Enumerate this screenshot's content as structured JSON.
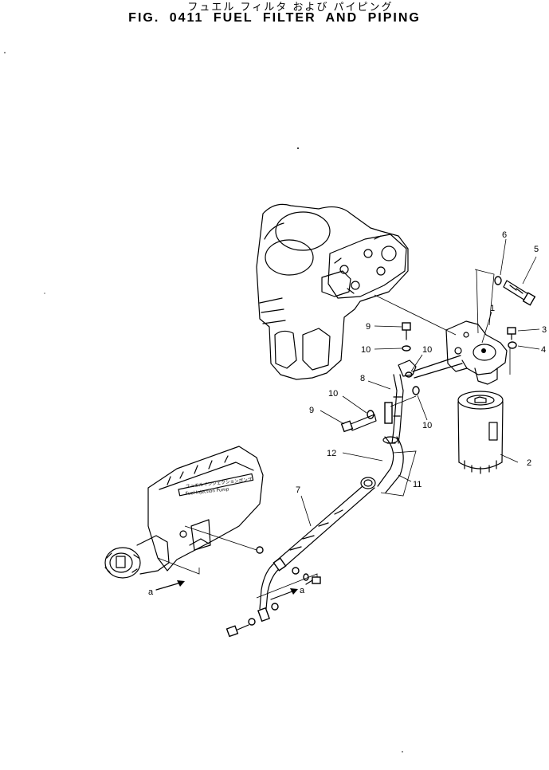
{
  "header": {
    "japanese_title": "フュエル フィルタ および パイピング",
    "title": "FIG. 0411  FUEL FILTER AND PIPING"
  },
  "diagram": {
    "callouts": [
      "1",
      "2",
      "3",
      "4",
      "5",
      "6",
      "7",
      "8",
      "9",
      "9",
      "10",
      "10",
      "10",
      "10",
      "11",
      "12"
    ],
    "pump_note_jp": "フュエルインジェクションポンプ",
    "pump_note_en": "Fuel Injection Pump",
    "view_marks": [
      "a",
      "a"
    ]
  },
  "colors": {
    "ink": "#000000",
    "paper": "#ffffff"
  }
}
